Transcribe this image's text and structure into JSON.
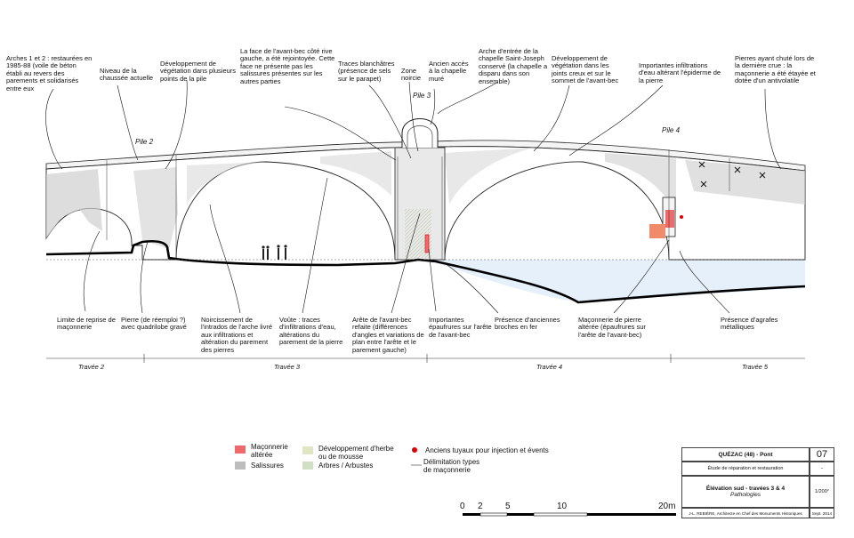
{
  "annotations": {
    "arches12": "Arches 1 et 2 : restaurées en\n1985-88 (voile de béton\nétabli au revers des\nparements et solidarisés\nentre eux",
    "chaussee": "Niveau de la\nchaussée actuelle",
    "vegetation_pile": "Développement de\nvégétation dans plusieurs\npoints de la pile",
    "face_avantbec": "La face de l'avant-bec côté rive\ngauche, a été rejointoyée. Cette\nface ne présente pas les\nsalissures présentes sur les\nautres parties",
    "traces_blanchatres": "Traces blanchâtres\n(présence de sels\nsur le parapet)",
    "zone_noircie": "Zone\nnoircie",
    "ancien_acces": "Ancien accès\nà la chapelle\nmuré",
    "arche_entree": "Arche d'entrée de la\nchapelle Saint-Joseph\nconservé (la chapelle a\ndisparu dans son\nensemble)",
    "vegetation_joints": "Développement de\nvégétation dans les\njoints creux et sur le\nsommet de l'avant-bec",
    "infiltrations": "Importantes infiltrations\nd'eau altérant l'épiderme de\nla pierre",
    "pierres_chute": "Pierres ayant chuté lors de\nla dernière crue : la\nmaçonnerie a été étayée et\ndotée d'un antivolatile",
    "limite_reprise": "Limite de reprise de\nmaçonnerie",
    "pierre_remploi": "Pierre (de réemploi ?)\navec quadrilobe gravé",
    "noircissement": "Noircissement de\nl'intrados de l'arche livré\naux infiltrations et\naltération du parement\ndes pierres",
    "voute": "Voûte : traces\nd'infiltrations d'eau,\naltérations du\nparement de la pierre",
    "arete_refaite": "Arête de l'avant-bec\nrefaite (différences\nd'angles et variations de\nplan entre l'arête et le\nparement gauche)",
    "epaufrures": "Importantes\népaufrures sur l'arête\nde l'avant-bec",
    "broches": "Présence d'anciennes\nbroches en fer",
    "maconnerie_alteree": "Maçonnerie de pierre\naltérée (épaufrures sur\nl'arête de l'avant-bec)",
    "agrafes": "Présence d'agrafes\nmétalliques"
  },
  "piles": {
    "pile2": "Pile 2",
    "pile3": "Pile 3",
    "pile4": "Pile 4"
  },
  "travees": [
    "Travée 2",
    "Travée 3",
    "Travée 4",
    "Travée 5"
  ],
  "legend": {
    "maconnerie": "Maçonnerie\naltérée",
    "salissures": "Salissures",
    "herbe": "Développement d'herbe\nou de mousse",
    "arbres": "Arbres / Arbustes",
    "tuyaux": "Anciens tuyaux pour injection et évents",
    "delimitation": "Délimitation types\nde maçonnerie"
  },
  "scale": {
    "labels": [
      "0",
      "2",
      "5",
      "10",
      "20m"
    ]
  },
  "cartouche": {
    "project": "QUÉZAC (48) - Pont",
    "sheet": "07",
    "study": "Étude de réparation et restauration",
    "dash": "-",
    "title": "Élévation sud - travées 3 & 4",
    "subtitle": "Pathologies",
    "scale": "1/200°",
    "author": "J-L. REBIÈRE, Architecte en Chef des Monuments Historiques",
    "date": "Sept. 2014"
  },
  "colors": {
    "alteree": "#ef6b6b",
    "salissures": "#bdbdbd",
    "herbe": "#dfe6c4",
    "arbres": "#cfe0c4",
    "water": "#e6f0fa",
    "tuyaux": "#dd0000"
  }
}
